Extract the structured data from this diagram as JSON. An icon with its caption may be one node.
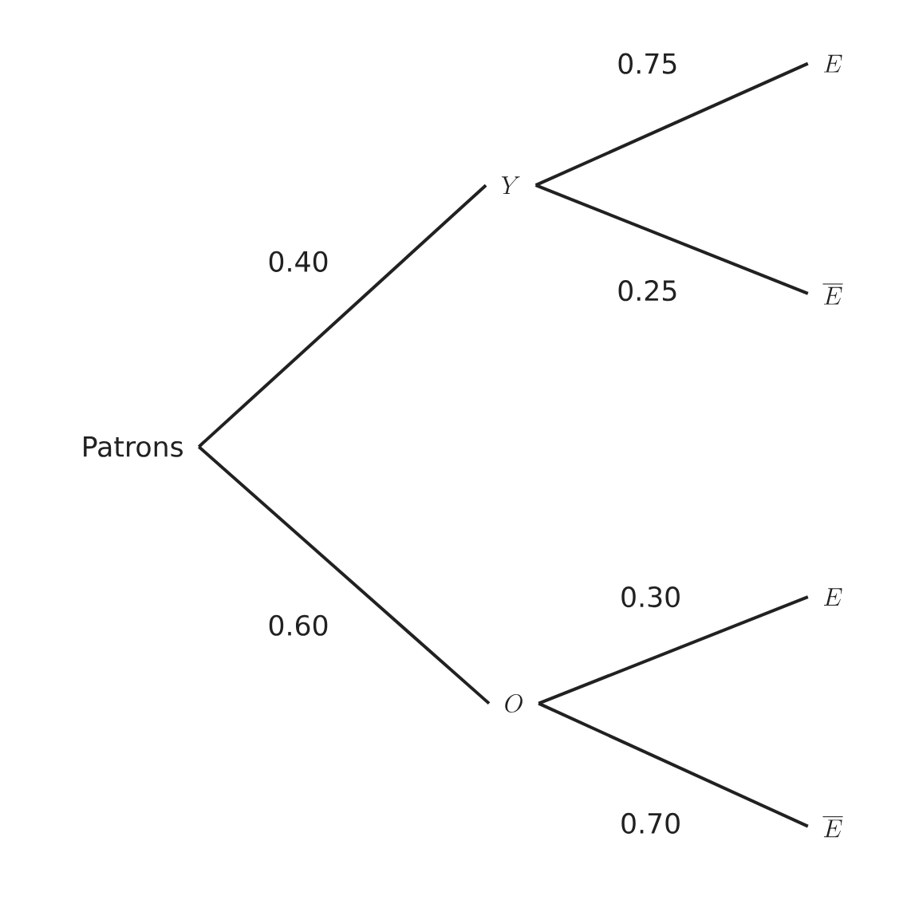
{
  "diagram": {
    "nodes": [
      {
        "text": [
          "Patrons"
        ]
      },
      {
        "text": [
          "Y"
        ]
      },
      {
        "text": [
          "O"
        ]
      },
      {
        "text": [
          "E"
        ]
      },
      {
        "text": [
          "\\overline{E}"
        ]
      },
      {
        "text": [
          "E"
        ]
      },
      {
        "text": [
          "\\overline{E}"
        ]
      }
    ],
    "edges": [
      {
        "from": 0,
        "to": 1,
        "arrow": "none",
        "label": "0.40"
      },
      {
        "from": 0,
        "to": 2,
        "arrow": "none",
        "label": "0.60"
      },
      {
        "from": 1,
        "to": 3,
        "arrow": "none",
        "label": "0.75"
      },
      {
        "from": 1,
        "to": 4,
        "arrow": "none",
        "label": "0.25"
      },
      {
        "from": 2,
        "to": 5,
        "arrow": "none",
        "label": "0.30"
      },
      {
        "from": 2,
        "to": 6,
        "arrow": "none",
        "label": "0.70"
      }
    ]
  }
}
